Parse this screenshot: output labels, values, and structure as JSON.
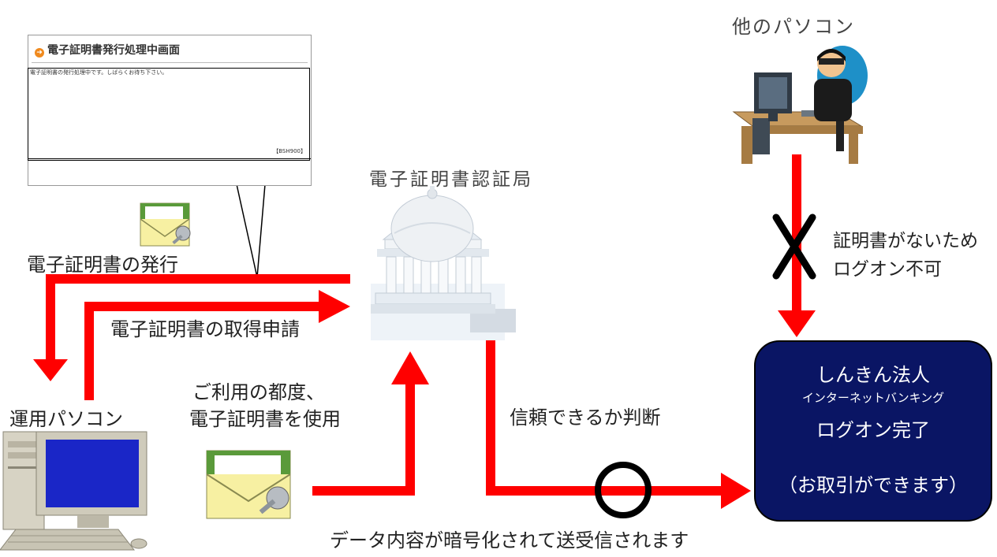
{
  "screen": {
    "title": "電子証明書発行処理中画面",
    "message": "電子証明書の発行処理中です。しばらくお待ち下さい。",
    "code": "【BSH900】"
  },
  "labels": {
    "other_pc": "他のパソコン",
    "ca": "電子証明書認証局",
    "issuance": "電子証明書の発行",
    "request": "電子証明書の取得申請",
    "user_pc": "運用パソコン",
    "each_use_1": "ご利用の都度、",
    "each_use_2": "電子証明書を使用",
    "judge": "信頼できるか判断",
    "encrypted": "データ内容が暗号化されて送受信されます",
    "no_cert_1": "証明書がないため",
    "no_cert_2": "ログオン不可"
  },
  "result": {
    "line1": "しんきん法人",
    "line2": "インターネットバンキング",
    "line3": "ログオン完了",
    "line4": "（お取引ができます）"
  },
  "colors": {
    "arrow": "#ff0000",
    "result_bg": "#0a1564",
    "result_text": "#ffffff"
  }
}
